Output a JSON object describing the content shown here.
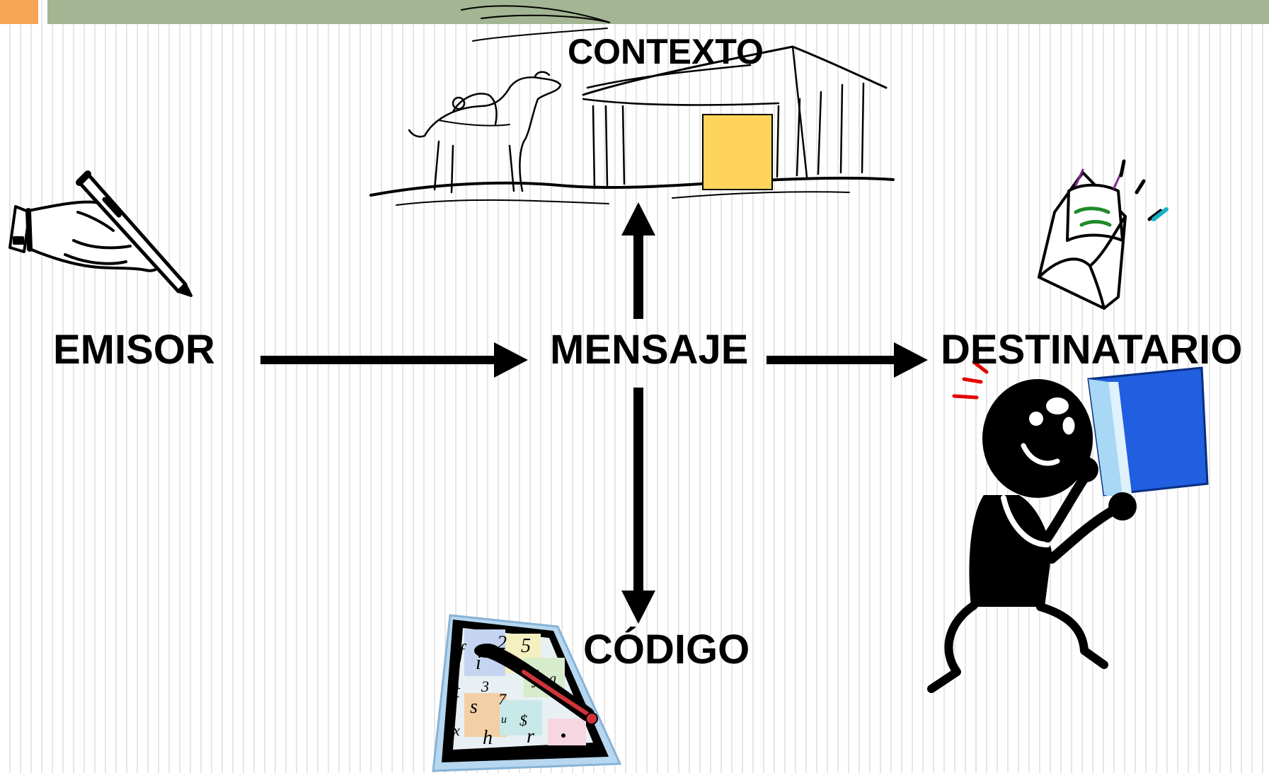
{
  "diagram": {
    "nodes": {
      "emisor": "EMISOR",
      "mensaje": "MENSAJE",
      "destinatario": "DESTINATARIO",
      "contexto": "CONTEXTO",
      "codigo": "CÓDIGO"
    },
    "edges": [
      {
        "from": "emisor",
        "to": "mensaje"
      },
      {
        "from": "mensaje",
        "to": "destinatario"
      },
      {
        "from": "mensaje",
        "to": "contexto"
      },
      {
        "from": "mensaje",
        "to": "codigo"
      }
    ]
  },
  "colors": {
    "top_bar": "#a3b592",
    "top_square": "#f6a555",
    "book_blue": "#1f5fe0",
    "door_yellow": "#ffd45a"
  },
  "icons": {
    "emisor": "hand-writing-with-pen-icon",
    "destinatario": "open-envelope-letter-icon",
    "reader": "person-reading-book-icon",
    "contexto": "desert-camel-tent-icon",
    "codigo": "symbols-paper-with-pen-icon"
  }
}
